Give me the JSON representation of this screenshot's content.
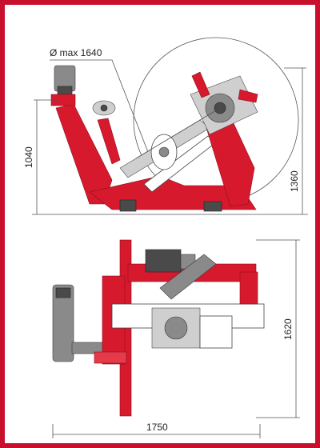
{
  "dimensions": {
    "max_diameter": "Ø max 1640",
    "height_left": "1040",
    "height_right": "1360",
    "depth": "1620",
    "width": "1750"
  },
  "colors": {
    "frame": "#c8102e",
    "machine_red": "#d7192d",
    "machine_grey": "#8a8a8a"
  }
}
